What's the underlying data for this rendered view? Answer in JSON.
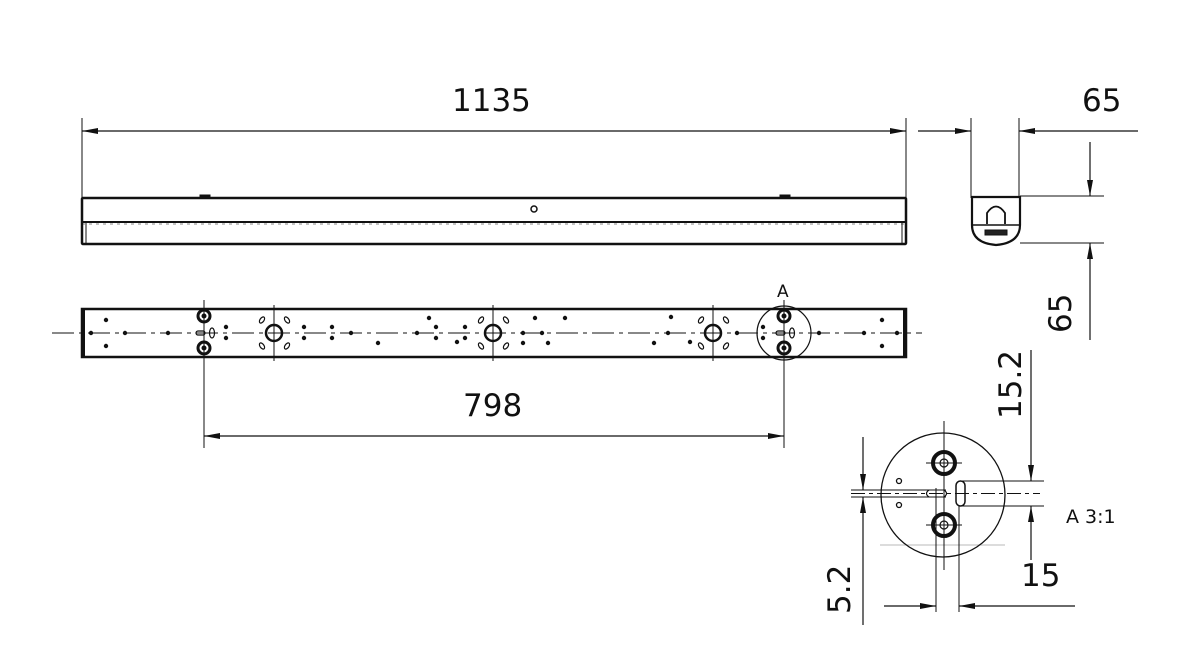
{
  "drawing": {
    "type": "technical-dimension-drawing",
    "subject": "linear luminaire",
    "units": "mm",
    "line_color": "#111111",
    "background": "#ffffff"
  },
  "views": {
    "front": {
      "name": "front elevation"
    },
    "end": {
      "name": "end profile"
    },
    "bottom": {
      "name": "mounting/bottom view",
      "detail_marker": "A"
    },
    "detail": {
      "name": "detail A",
      "label": "A 3:1"
    }
  },
  "dimensions": {
    "overall_length": "1135",
    "mounting_spacing": "798",
    "profile_width": "65",
    "profile_height": "65",
    "detail_offset": "15.2",
    "detail_slot": "5.2",
    "detail_width": "15"
  }
}
